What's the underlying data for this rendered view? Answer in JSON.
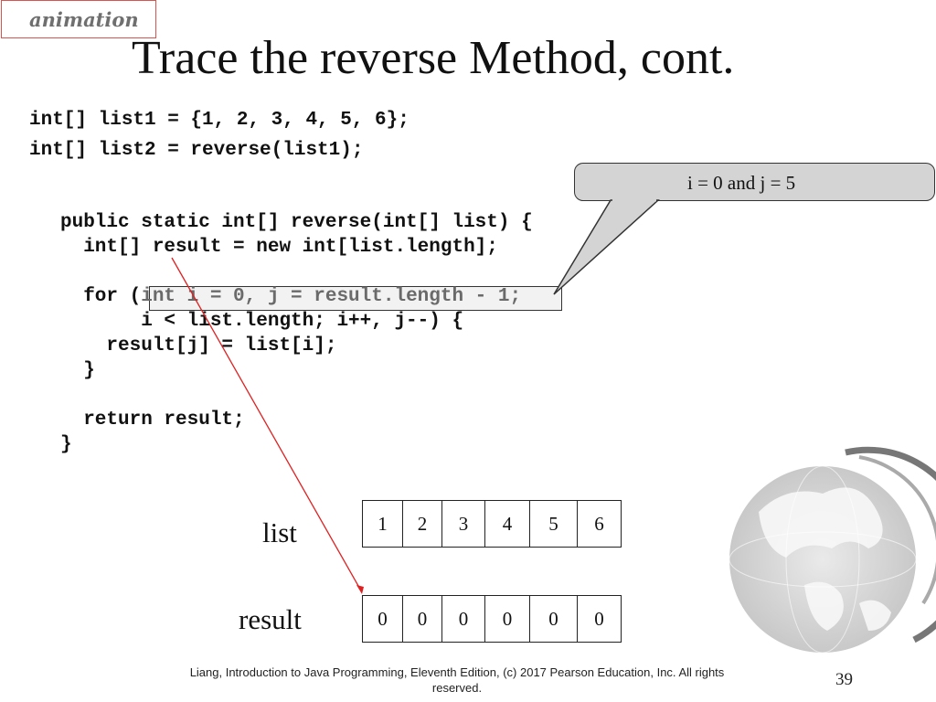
{
  "badge": "animation",
  "title": "Trace the reverse Method, cont.",
  "code_top": [
    "int[] list1 = {1, 2, 3, 4, 5, 6};",
    "int[] list2 = reverse(list1);"
  ],
  "code_method": {
    "l1": "public static int[] reverse(int[] list) {",
    "l2": "  int[] result = new int[list.length];",
    "l3a": "  for (",
    "l3b": "int i = 0, j = result.length - 1;",
    "l4": "       i < list.length; i++, j--) {",
    "l5": "    result[j] = list[i];",
    "l6": "  }",
    "l7": "  return result;",
    "l8": "}"
  },
  "callout": "i = 0 and j = 5",
  "list": {
    "label": "list",
    "values": [
      "1",
      "2",
      "3",
      "4",
      "5",
      "6"
    ]
  },
  "result": {
    "label": "result",
    "values": [
      "0",
      "0",
      "0",
      "0",
      "0",
      "0"
    ]
  },
  "footer": "Liang, Introduction to Java Programming, Eleventh Edition, (c) 2017 Pearson Education, Inc. All rights reserved.",
  "page_number": "39",
  "colors": {
    "pointer_arrow": "#e02020",
    "callout_fill": "#d4d4d4",
    "badge_border": "#d9534f"
  },
  "globe_icon": "globe-watermark-icon"
}
